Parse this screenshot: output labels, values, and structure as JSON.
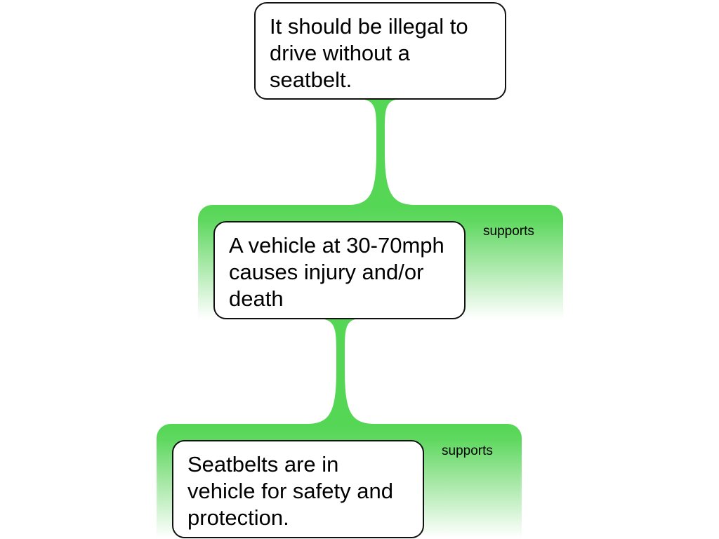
{
  "claim": "It should be illegal to drive without a seatbelt.",
  "premises": [
    {
      "text": "A vehicle at 30-70mph causes injury and/or death",
      "relation": "supports"
    },
    {
      "text": "Seatbelts are in vehicle for safety and protection.",
      "relation": "supports"
    }
  ],
  "colors": {
    "link": "#55d655",
    "border": "#111111"
  }
}
